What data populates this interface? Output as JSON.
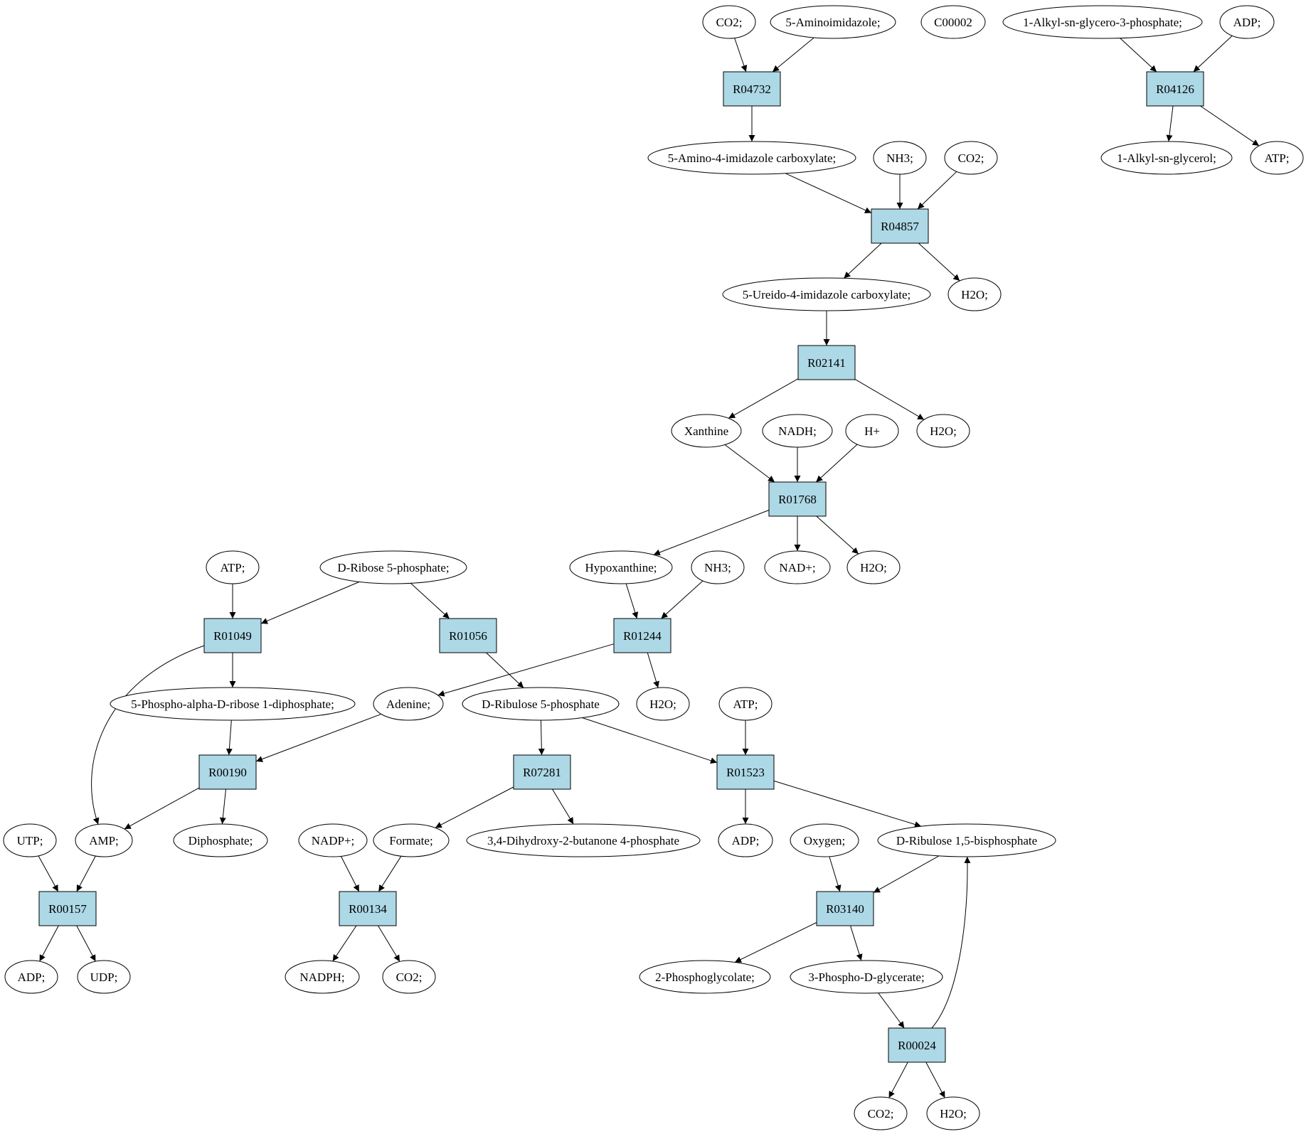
{
  "colors": {
    "reaction_fill": "#add8e6",
    "compound_fill": "#ffffff",
    "start_fill": "#00ee00",
    "highlight_fill": "#ffff00",
    "stroke": "#000000"
  },
  "nodes": [
    {
      "id": "c_co2_1",
      "label": "CO2;",
      "kind": "compound"
    },
    {
      "id": "c_aminoimidazole",
      "label": "5-Aminoimidazole;",
      "kind": "compound"
    },
    {
      "id": "c_C00002",
      "label": "C00002",
      "kind": "highlight"
    },
    {
      "id": "c_alkylglycero3p",
      "label": "1-Alkyl-sn-glycero-3-phosphate;",
      "kind": "compound"
    },
    {
      "id": "c_adp_top",
      "label": "ADP;",
      "kind": "compound"
    },
    {
      "id": "r_R04732",
      "label": "R04732",
      "kind": "reaction"
    },
    {
      "id": "r_R04126",
      "label": "R04126",
      "kind": "reaction"
    },
    {
      "id": "c_aminoimidazolecarb",
      "label": "5-Amino-4-imidazole carboxylate;",
      "kind": "compound"
    },
    {
      "id": "c_nh3_1",
      "label": "NH3;",
      "kind": "compound"
    },
    {
      "id": "c_co2_2",
      "label": "CO2;",
      "kind": "compound"
    },
    {
      "id": "c_alkylglycerol",
      "label": "1-Alkyl-sn-glycerol;",
      "kind": "compound"
    },
    {
      "id": "c_atp_top",
      "label": "ATP;",
      "kind": "compound"
    },
    {
      "id": "r_R04857",
      "label": "R04857",
      "kind": "reaction"
    },
    {
      "id": "c_ureido",
      "label": "5-Ureido-4-imidazole carboxylate;",
      "kind": "compound"
    },
    {
      "id": "c_h2o_1",
      "label": "H2O;",
      "kind": "compound"
    },
    {
      "id": "r_R02141",
      "label": "R02141",
      "kind": "reaction"
    },
    {
      "id": "c_xanthine",
      "label": "Xanthine",
      "kind": "compound"
    },
    {
      "id": "c_nadh",
      "label": "NADH;",
      "kind": "compound"
    },
    {
      "id": "c_hplus",
      "label": "H+",
      "kind": "compound"
    },
    {
      "id": "c_h2o_2",
      "label": "H2O;",
      "kind": "compound"
    },
    {
      "id": "r_R01768",
      "label": "R01768",
      "kind": "reaction"
    },
    {
      "id": "c_atp_1",
      "label": "ATP;",
      "kind": "compound"
    },
    {
      "id": "c_ribose5p",
      "label": "D-Ribose 5-phosphate;",
      "kind": "start"
    },
    {
      "id": "c_hypoxanthine",
      "label": "Hypoxanthine;",
      "kind": "compound"
    },
    {
      "id": "c_nh3_2",
      "label": "NH3;",
      "kind": "compound"
    },
    {
      "id": "c_nadplus",
      "label": "NAD+;",
      "kind": "compound"
    },
    {
      "id": "c_h2o_3",
      "label": "H2O;",
      "kind": "compound"
    },
    {
      "id": "r_R01049",
      "label": "R01049",
      "kind": "reaction"
    },
    {
      "id": "r_R01056",
      "label": "R01056",
      "kind": "reaction"
    },
    {
      "id": "r_R01244",
      "label": "R01244",
      "kind": "reaction"
    },
    {
      "id": "c_prpp",
      "label": "5-Phospho-alpha-D-ribose 1-diphosphate;",
      "kind": "compound"
    },
    {
      "id": "c_adenine",
      "label": "Adenine;",
      "kind": "compound"
    },
    {
      "id": "c_ribulose5p",
      "label": "D-Ribulose 5-phosphate",
      "kind": "compound"
    },
    {
      "id": "c_h2o_4",
      "label": "H2O;",
      "kind": "compound"
    },
    {
      "id": "c_atp_2",
      "label": "ATP;",
      "kind": "compound"
    },
    {
      "id": "r_R00190",
      "label": "R00190",
      "kind": "reaction"
    },
    {
      "id": "r_R07281",
      "label": "R07281",
      "kind": "reaction"
    },
    {
      "id": "r_R01523",
      "label": "R01523",
      "kind": "reaction"
    },
    {
      "id": "c_utp",
      "label": "UTP;",
      "kind": "compound"
    },
    {
      "id": "c_amp",
      "label": "AMP;",
      "kind": "compound"
    },
    {
      "id": "c_diphosphate",
      "label": "Diphosphate;",
      "kind": "compound"
    },
    {
      "id": "c_nadpplus",
      "label": "NADP+;",
      "kind": "compound"
    },
    {
      "id": "c_formate",
      "label": "Formate;",
      "kind": "compound"
    },
    {
      "id": "c_dhbp",
      "label": "3,4-Dihydroxy-2-butanone 4-phosphate",
      "kind": "compound"
    },
    {
      "id": "c_adp_1",
      "label": "ADP;",
      "kind": "compound"
    },
    {
      "id": "c_oxygen",
      "label": "Oxygen;",
      "kind": "compound"
    },
    {
      "id": "c_rubp",
      "label": "D-Ribulose 1,5-bisphosphate",
      "kind": "compound"
    },
    {
      "id": "r_R00157",
      "label": "R00157",
      "kind": "reaction"
    },
    {
      "id": "r_R00134",
      "label": "R00134",
      "kind": "reaction"
    },
    {
      "id": "r_R03140",
      "label": "R03140",
      "kind": "reaction"
    },
    {
      "id": "c_adp_2",
      "label": "ADP;",
      "kind": "compound"
    },
    {
      "id": "c_udp",
      "label": "UDP;",
      "kind": "compound"
    },
    {
      "id": "c_nadph",
      "label": "NADPH;",
      "kind": "compound"
    },
    {
      "id": "c_co2_3",
      "label": "CO2;",
      "kind": "compound"
    },
    {
      "id": "c_phosphoglycolate",
      "label": "2-Phosphoglycolate;",
      "kind": "compound"
    },
    {
      "id": "c_3pg",
      "label": "3-Phospho-D-glycerate;",
      "kind": "compound"
    },
    {
      "id": "r_R00024",
      "label": "R00024",
      "kind": "reaction"
    },
    {
      "id": "c_co2_4",
      "label": "CO2;",
      "kind": "compound"
    },
    {
      "id": "c_h2o_5",
      "label": "H2O;",
      "kind": "compound"
    }
  ],
  "edges": [
    [
      "c_co2_1",
      "r_R04732"
    ],
    [
      "c_aminoimidazole",
      "r_R04732"
    ],
    [
      "r_R04732",
      "c_aminoimidazolecarb"
    ],
    [
      "c_alkylglycero3p",
      "r_R04126"
    ],
    [
      "c_adp_top",
      "r_R04126"
    ],
    [
      "r_R04126",
      "c_alkylglycerol"
    ],
    [
      "r_R04126",
      "c_atp_top"
    ],
    [
      "c_aminoimidazolecarb",
      "r_R04857"
    ],
    [
      "c_nh3_1",
      "r_R04857"
    ],
    [
      "c_co2_2",
      "r_R04857"
    ],
    [
      "r_R04857",
      "c_ureido"
    ],
    [
      "r_R04857",
      "c_h2o_1"
    ],
    [
      "c_ureido",
      "r_R02141"
    ],
    [
      "r_R02141",
      "c_xanthine"
    ],
    [
      "r_R02141",
      "c_h2o_2"
    ],
    [
      "c_xanthine",
      "r_R01768"
    ],
    [
      "c_nadh",
      "r_R01768"
    ],
    [
      "c_hplus",
      "r_R01768"
    ],
    [
      "r_R01768",
      "c_hypoxanthine"
    ],
    [
      "r_R01768",
      "c_nadplus"
    ],
    [
      "r_R01768",
      "c_h2o_3"
    ],
    [
      "c_atp_1",
      "r_R01049"
    ],
    [
      "c_ribose5p",
      "r_R01049"
    ],
    [
      "c_ribose5p",
      "r_R01056"
    ],
    [
      "c_hypoxanthine",
      "r_R01244"
    ],
    [
      "c_nh3_2",
      "r_R01244"
    ],
    [
      "r_R01244",
      "c_adenine"
    ],
    [
      "r_R01244",
      "c_h2o_4"
    ],
    [
      "r_R01049",
      "c_prpp"
    ],
    [
      "r_R01049",
      "c_amp"
    ],
    [
      "r_R01056",
      "c_ribulose5p"
    ],
    [
      "c_prpp",
      "r_R00190"
    ],
    [
      "c_adenine",
      "r_R00190"
    ],
    [
      "c_ribulose5p",
      "r_R07281"
    ],
    [
      "c_ribulose5p",
      "r_R01523"
    ],
    [
      "c_atp_2",
      "r_R01523"
    ],
    [
      "r_R00190",
      "c_amp"
    ],
    [
      "r_R00190",
      "c_diphosphate"
    ],
    [
      "r_R07281",
      "c_formate"
    ],
    [
      "r_R07281",
      "c_dhbp"
    ],
    [
      "r_R01523",
      "c_adp_1"
    ],
    [
      "r_R01523",
      "c_rubp"
    ],
    [
      "c_utp",
      "r_R00157"
    ],
    [
      "c_amp",
      "r_R00157"
    ],
    [
      "c_nadpplus",
      "r_R00134"
    ],
    [
      "c_formate",
      "r_R00134"
    ],
    [
      "c_oxygen",
      "r_R03140"
    ],
    [
      "c_rubp",
      "r_R03140"
    ],
    [
      "r_R00157",
      "c_adp_2"
    ],
    [
      "r_R00157",
      "c_udp"
    ],
    [
      "r_R00134",
      "c_nadph"
    ],
    [
      "r_R00134",
      "c_co2_3"
    ],
    [
      "r_R03140",
      "c_phosphoglycolate"
    ],
    [
      "r_R03140",
      "c_3pg"
    ],
    [
      "c_3pg",
      "r_R00024"
    ],
    [
      "r_R00024",
      "c_co2_4"
    ],
    [
      "r_R00024",
      "c_h2o_5"
    ],
    [
      "r_R00024",
      "c_rubp"
    ]
  ]
}
